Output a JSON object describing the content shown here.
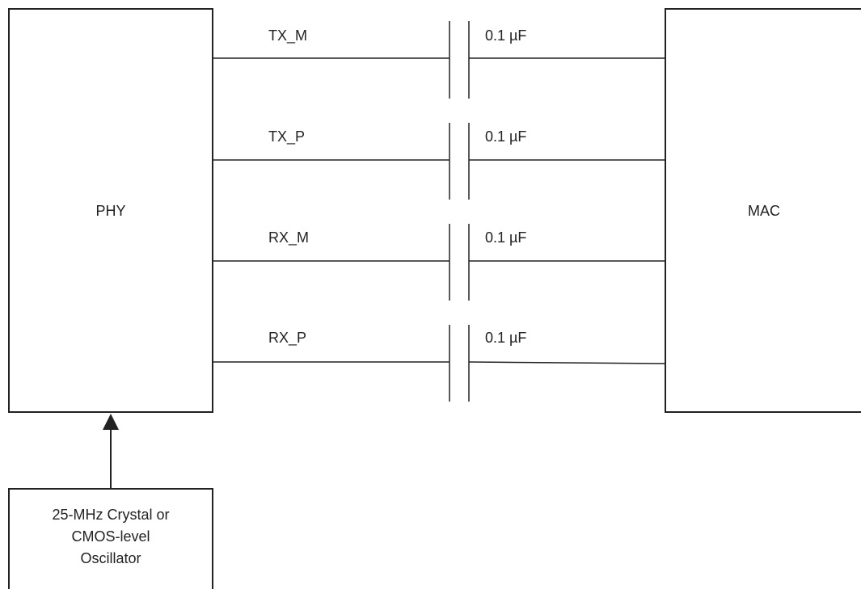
{
  "blocks": {
    "phy": {
      "label": "PHY"
    },
    "mac": {
      "label": "MAC"
    },
    "oscillator": {
      "lines": [
        "25-MHz Crystal or",
        "CMOS-level",
        "Oscillator"
      ]
    }
  },
  "signals": [
    {
      "name": "TX_M",
      "capacitor": "0.1 µF"
    },
    {
      "name": "TX_P",
      "capacitor": "0.1 µF"
    },
    {
      "name": "RX_M",
      "capacitor": "0.1 µF"
    },
    {
      "name": "RX_P",
      "capacitor": "0.1 µF"
    }
  ],
  "colors": {
    "stroke": "#222222",
    "background": "#ffffff"
  }
}
